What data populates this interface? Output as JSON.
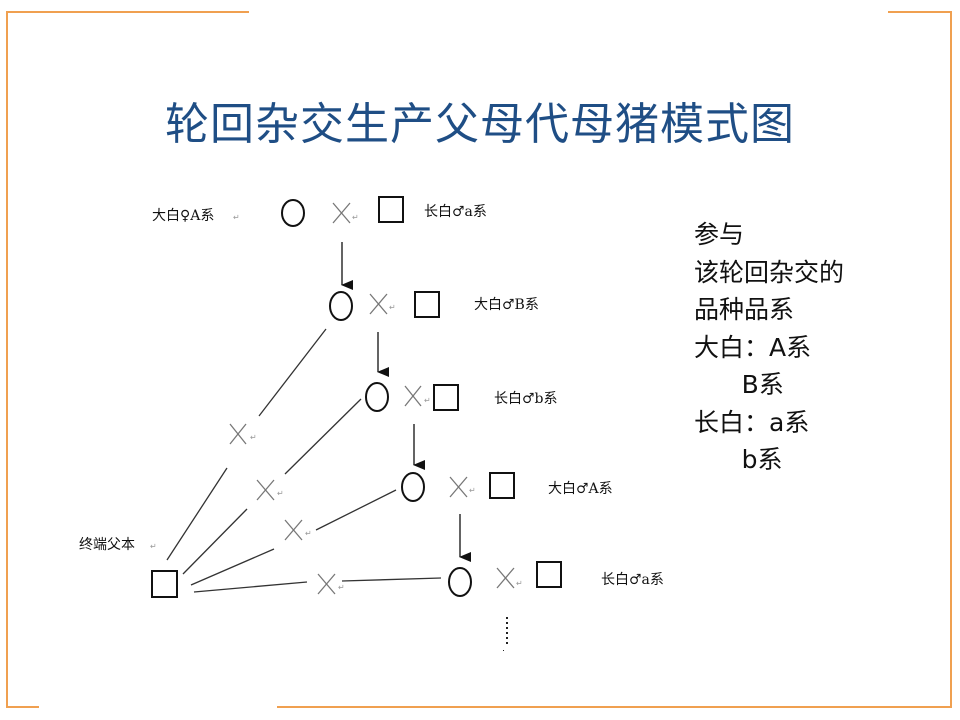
{
  "slide": {
    "title": "轮回杂交生产父母代母猪模式图",
    "colors": {
      "title": "#1f4e85",
      "frame": "#f0a050",
      "ink": "#111111"
    }
  },
  "diagram": {
    "generations": [
      {
        "female_label": "大白♀A系",
        "cross": "×",
        "male_label": "长白♂a系"
      },
      {
        "cross": "×",
        "male_label": "大白♂B系"
      },
      {
        "cross": "×",
        "male_label": "长白♂b系"
      },
      {
        "cross": "×",
        "male_label": "大白♂A系"
      },
      {
        "cross": "×",
        "male_label": "长白♂a系"
      }
    ],
    "terminal_sire_label": "终端父本",
    "terminal_cross": "×",
    "continuation": "⋮",
    "return_mark": "↵"
  },
  "side_panel": {
    "lines": [
      "参与",
      "该轮回杂交的",
      "品种品系",
      "大白：A系",
      "      B系",
      "长白：a系",
      "      b系"
    ]
  }
}
